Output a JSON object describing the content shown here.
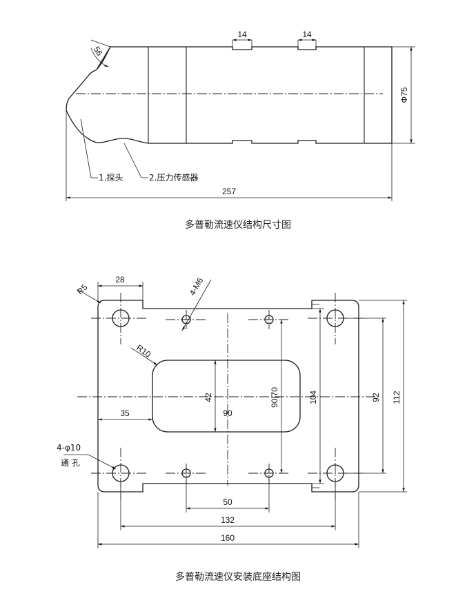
{
  "diagram1": {
    "caption": "多普勒流速仪结构尺寸图",
    "dims": {
      "slot1": "14",
      "slot2": "14",
      "angle": "56",
      "diameter": "Φ75",
      "length": "257"
    },
    "labels": {
      "probe": "1.探头",
      "sensor": "2.压力传感器"
    }
  },
  "diagram2": {
    "caption": "多普勒流速仪安装底座结构图",
    "dims": {
      "r5": "R5",
      "w28": "28",
      "m6": "4-M6",
      "r10": "R10",
      "h42": "42",
      "d90": "90",
      "h90_70": "90|70",
      "h104": "104",
      "h92": "92",
      "h112": "112",
      "w35": "35",
      "w50": "50",
      "w132": "132",
      "w160": "160"
    },
    "labels": {
      "hole_spec": "4-φ10",
      "hole_type": "通 孔"
    }
  }
}
